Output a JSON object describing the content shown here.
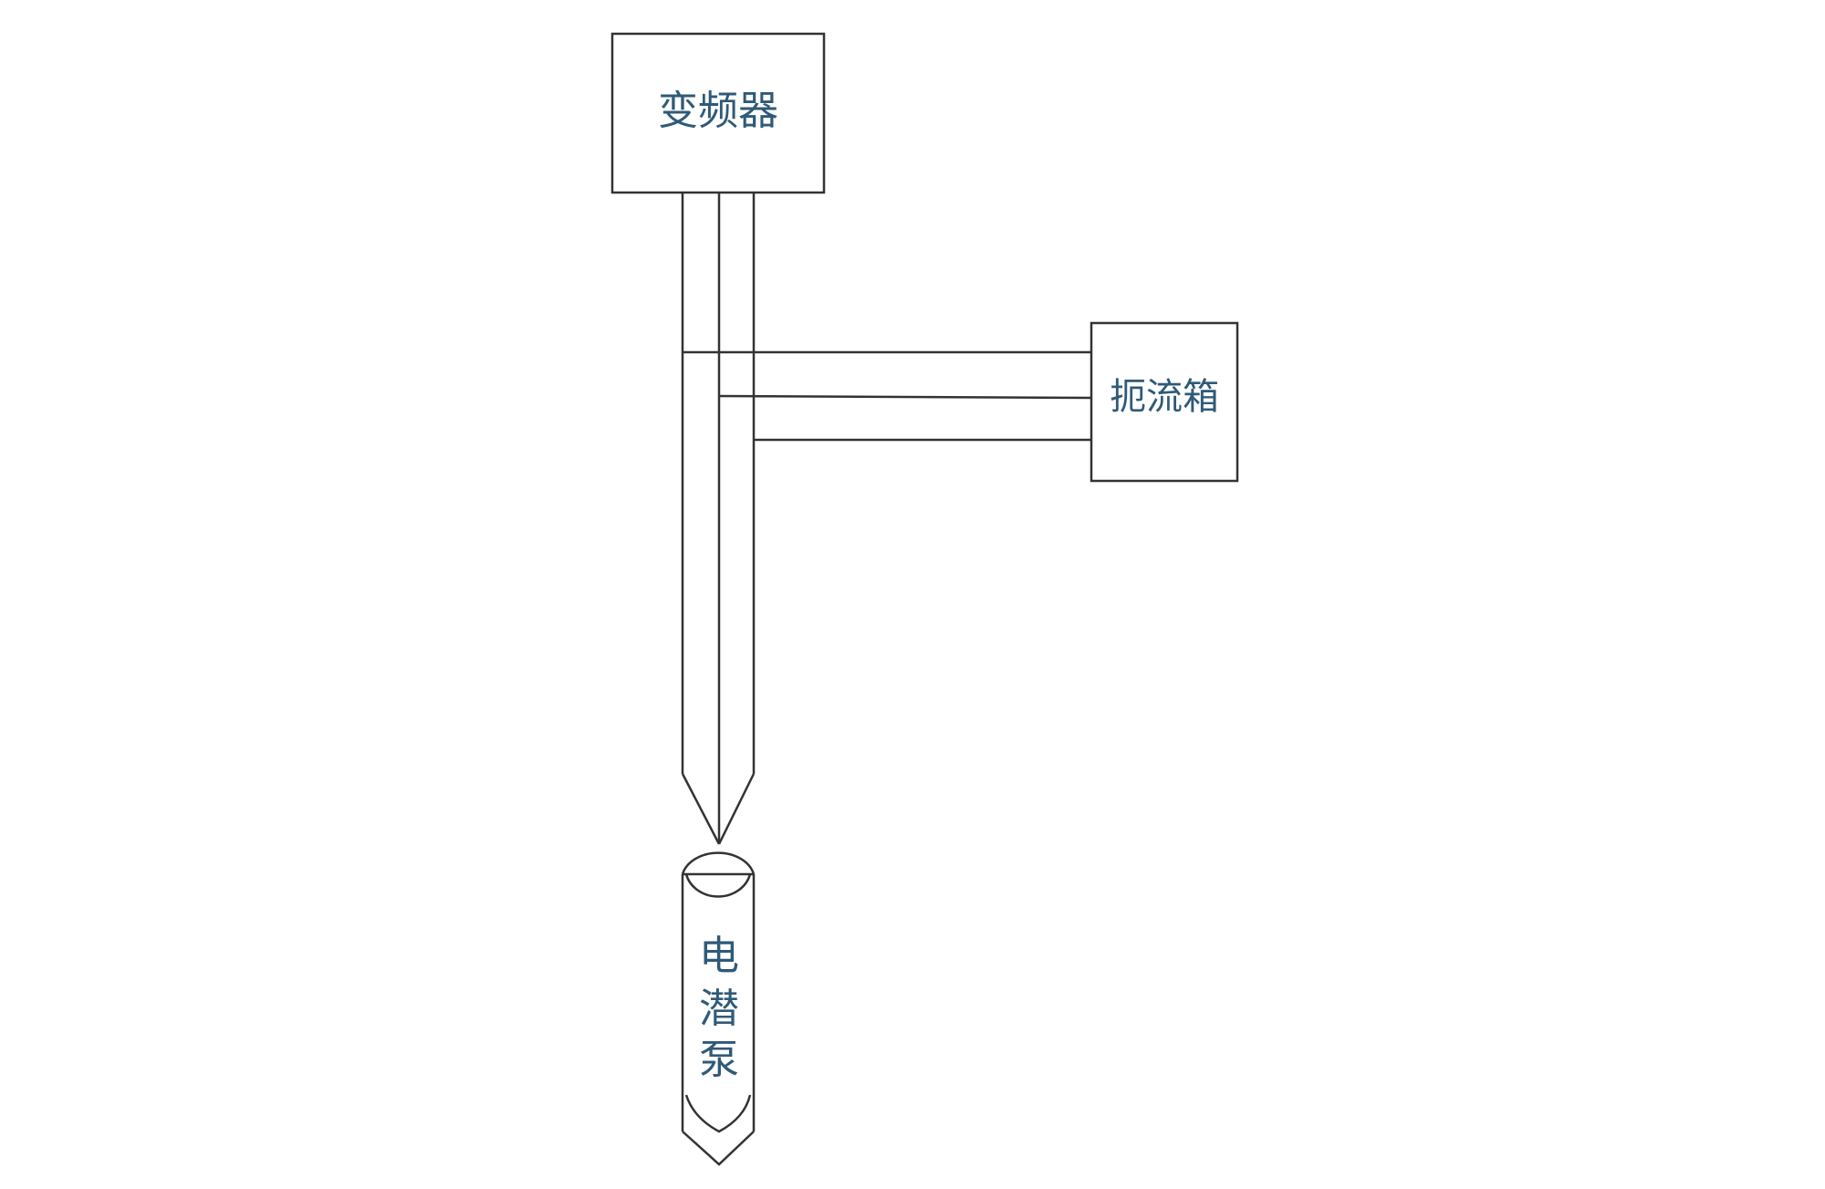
{
  "diagram": {
    "vfd": {
      "label": "变频器"
    },
    "choke_box": {
      "label": "扼流箱"
    },
    "pump": {
      "chars": [
        "电",
        "潜",
        "泵"
      ]
    }
  },
  "colors": {
    "line": "#333333",
    "text": "#2f5a78",
    "background": "#ffffff"
  }
}
